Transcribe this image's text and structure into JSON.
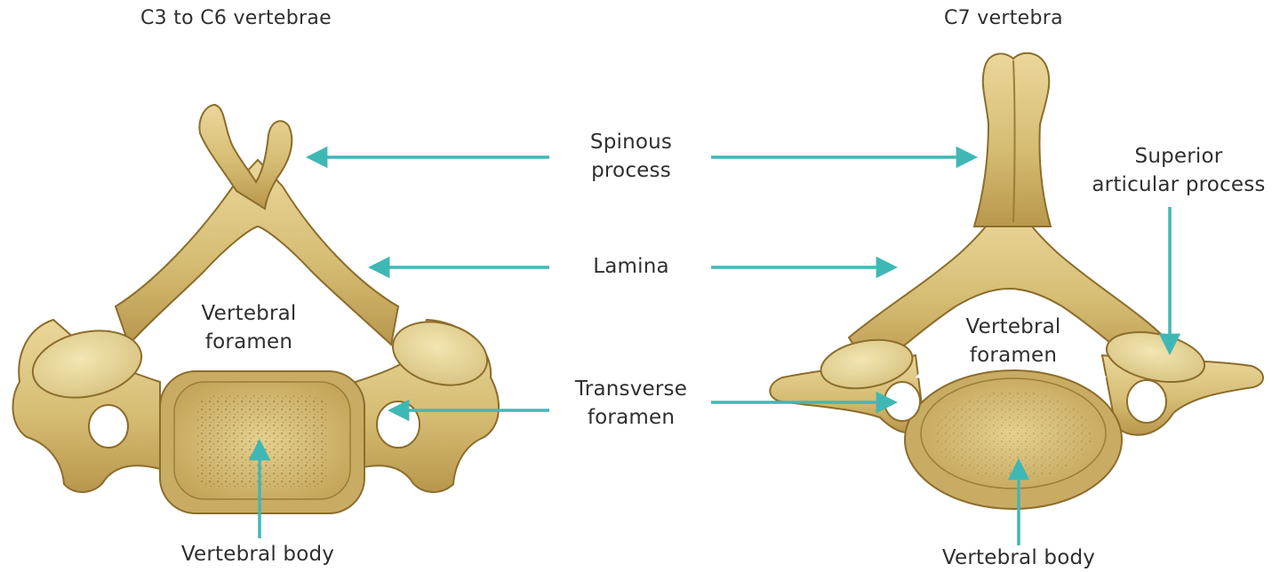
{
  "diagram": {
    "left_title": "C3 to C6 vertebrae",
    "right_title": "C7 vertebra",
    "labels": {
      "spinous_process": [
        "Spinous",
        "process"
      ],
      "lamina": "Lamina",
      "transverse_foramen": [
        "Transverse",
        "foramen"
      ],
      "superior_articular_process": [
        "Superior",
        "articular process"
      ],
      "left_vertebral_foramen": [
        "Vertebral",
        "foramen"
      ],
      "right_vertebral_foramen": [
        "Vertebral",
        "foramen"
      ],
      "left_vertebral_body": "Vertebral body",
      "right_vertebral_body": "Vertebral body"
    },
    "colors": {
      "arrow": "#3fb8b5",
      "bone": "#d9c585",
      "bone_shadow": "#a8873e",
      "bone_light": "#f1e5b4",
      "background": "#ffffff"
    }
  }
}
